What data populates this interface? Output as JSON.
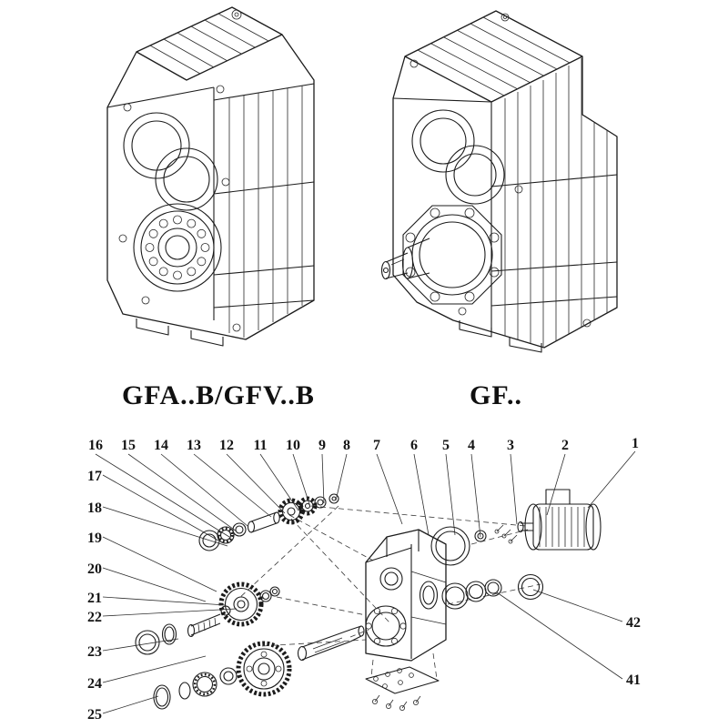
{
  "figure_labels": {
    "left": "GFA..B/GFV..B",
    "right": "GF.."
  },
  "callouts": {
    "top": [
      "16",
      "15",
      "14",
      "13",
      "12",
      "11",
      "10",
      "9",
      "8",
      "7",
      "6",
      "5",
      "4",
      "3",
      "2"
    ],
    "corner": "1",
    "left": [
      "17",
      "18",
      "19",
      "20",
      "21",
      "22",
      "23",
      "24",
      "25"
    ],
    "right": [
      "42",
      "41"
    ]
  }
}
